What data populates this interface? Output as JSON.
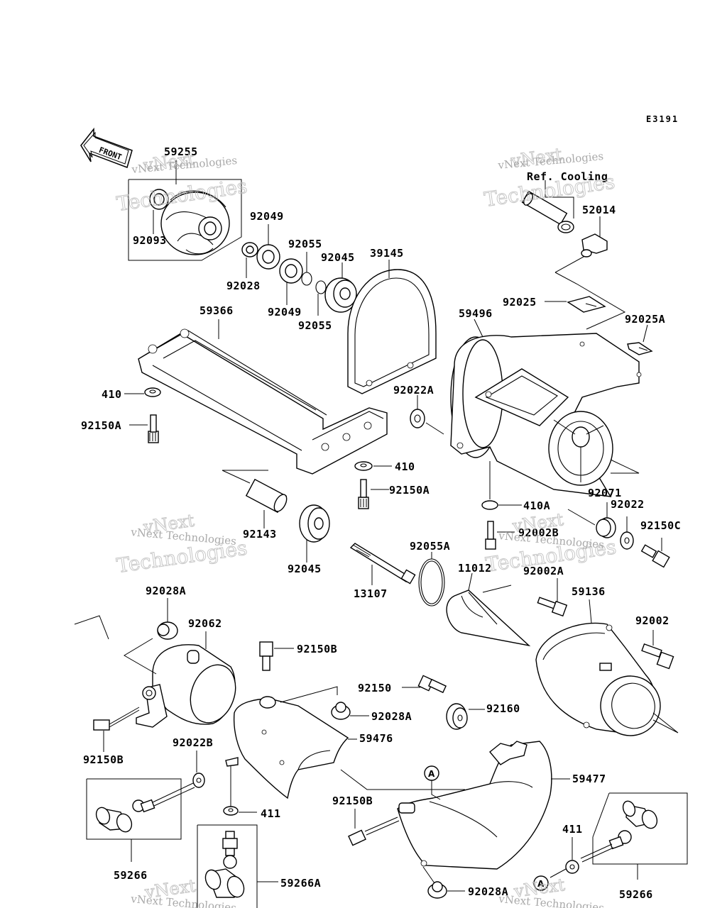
{
  "diagram_code": "E3191",
  "front_tag": "FRONT",
  "reference_label": "Ref. Cooling",
  "watermark": {
    "line1": "vNext",
    "line2": "Technologies",
    "small": "vNext Technologies"
  },
  "circle_marker": "A",
  "callouts": {
    "p59255": "59255",
    "p92093": "92093",
    "p92049a": "92049",
    "p92049b": "92049",
    "p92028": "92028",
    "p92055a": "92055",
    "p92055b": "92055",
    "p92045a": "92045",
    "p92045b": "92045",
    "p39145": "39145",
    "p59366": "59366",
    "p410a": "410",
    "p410b": "410",
    "p410A": "410A",
    "p92150Aa": "92150A",
    "p92150Ab": "92150A",
    "p92022A": "92022A",
    "p59496": "59496",
    "p92025": "92025",
    "p92025A": "92025A",
    "p52014": "52014",
    "p92143": "92143",
    "p92071": "92071",
    "p92022": "92022",
    "p92150C": "92150C",
    "p92002B": "92002B",
    "p92055A": "92055A",
    "p11012": "11012",
    "p92002A": "92002A",
    "p59136": "59136",
    "p92002": "92002",
    "p13107": "13107",
    "p92028Aa": "92028A",
    "p92028Ab": "92028A",
    "p92028Ac": "92028A",
    "p92062": "92062",
    "p92150Ba": "92150B",
    "p92150Bb": "92150B",
    "p92150Bc": "92150B",
    "p92150": "92150",
    "p92160": "92160",
    "p59476": "59476",
    "p59477": "59477",
    "p92022B": "92022B",
    "p411a": "411",
    "p411b": "411",
    "p59266a": "59266",
    "p59266b": "59266",
    "p59266A": "59266A"
  }
}
